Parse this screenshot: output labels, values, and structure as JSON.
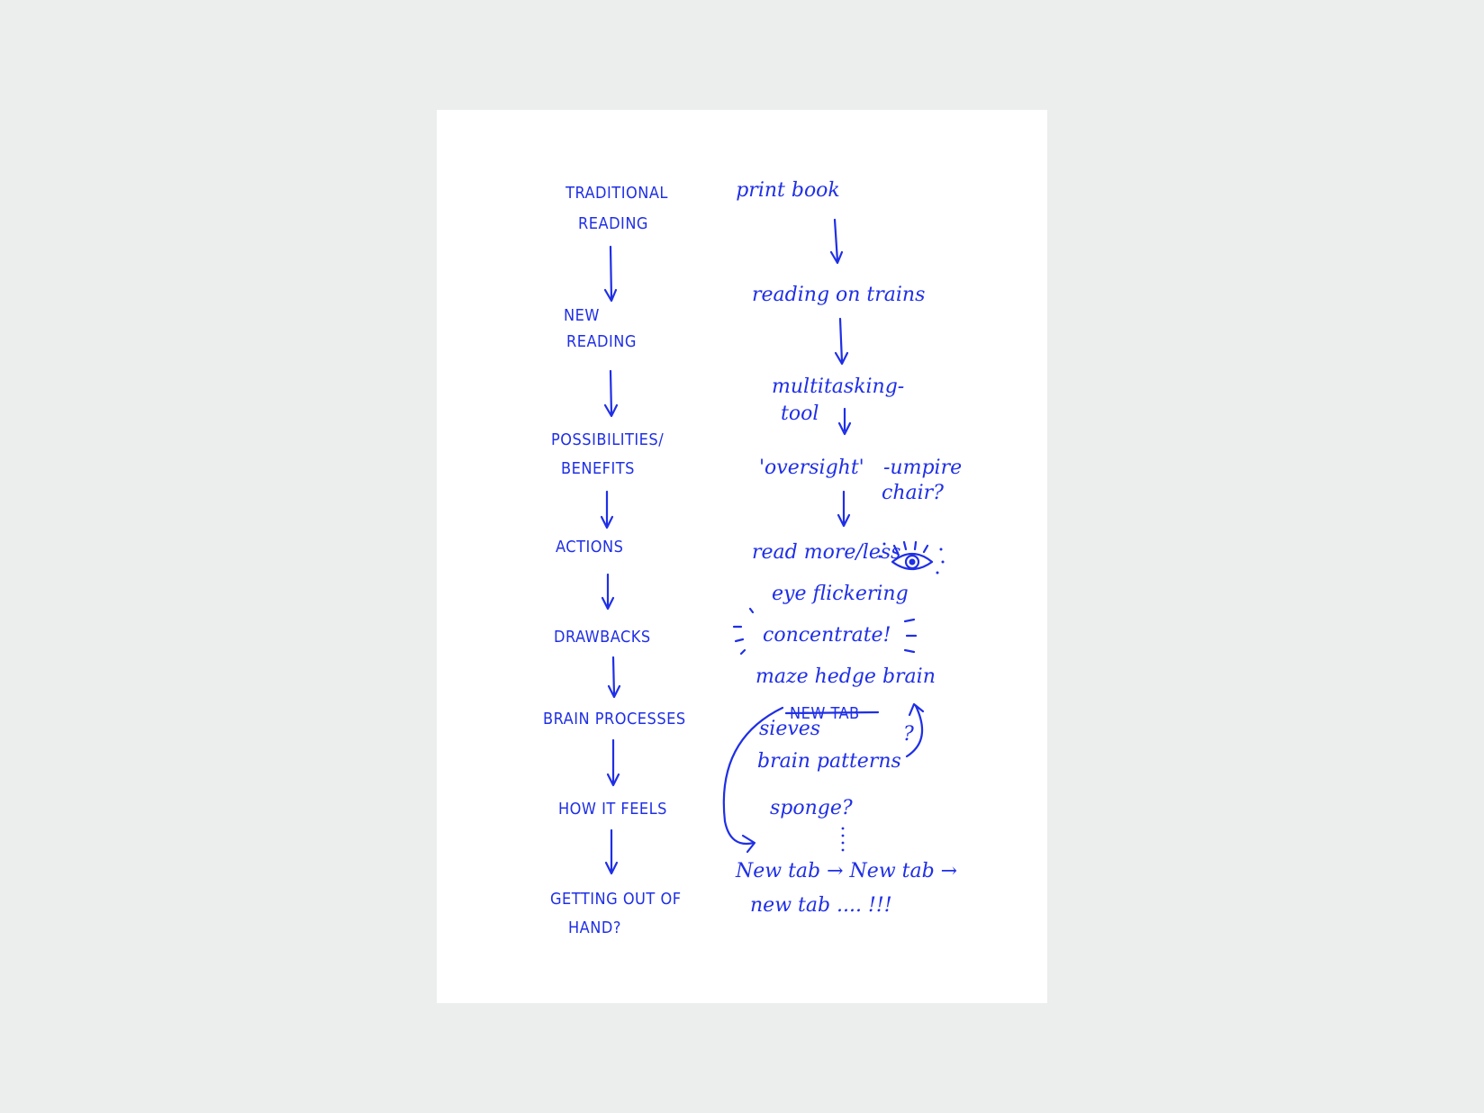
{
  "left_column": [
    [
      "TRADITIONAL",
      "READING"
    ],
    [
      "NEW",
      "READING"
    ],
    [
      "POSSIBILITIES/",
      "BENEFITS"
    ],
    [
      "ACTIONS"
    ],
    [
      "DRAWBACKS"
    ],
    [
      "BRAIN PROCESSES"
    ],
    [
      "HOW IT FEELS"
    ],
    [
      "GETTING OUT OF",
      "HAND?"
    ]
  ],
  "right_column": {
    "print_book": "print book",
    "reading_on_trains": "reading on trains",
    "multitasking_tool_line1": "multitasking-",
    "multitasking_tool_line2": "tool",
    "oversight": "'oversight'",
    "umpire_chair_line1": "-umpire",
    "umpire_chair_line2": "chair?",
    "read_more_less": "read more/less",
    "eye_flickering": "eye flickering",
    "concentrate": "concentrate!",
    "maze_hedge_brain": "maze hedge brain",
    "new_tab_struck": "NEW TAB",
    "sieves": "sieves",
    "question_mark": "?",
    "brain_patterns": "brain patterns",
    "sponge": "sponge?",
    "new_tab_chain_line1": "New tab → New tab →",
    "new_tab_chain_line2": "new tab .... !!!"
  },
  "icons": [
    "eye-icon"
  ],
  "colors": {
    "ink": "#1f2fe6",
    "paper": "#ffffff",
    "background": "#eceeed"
  }
}
